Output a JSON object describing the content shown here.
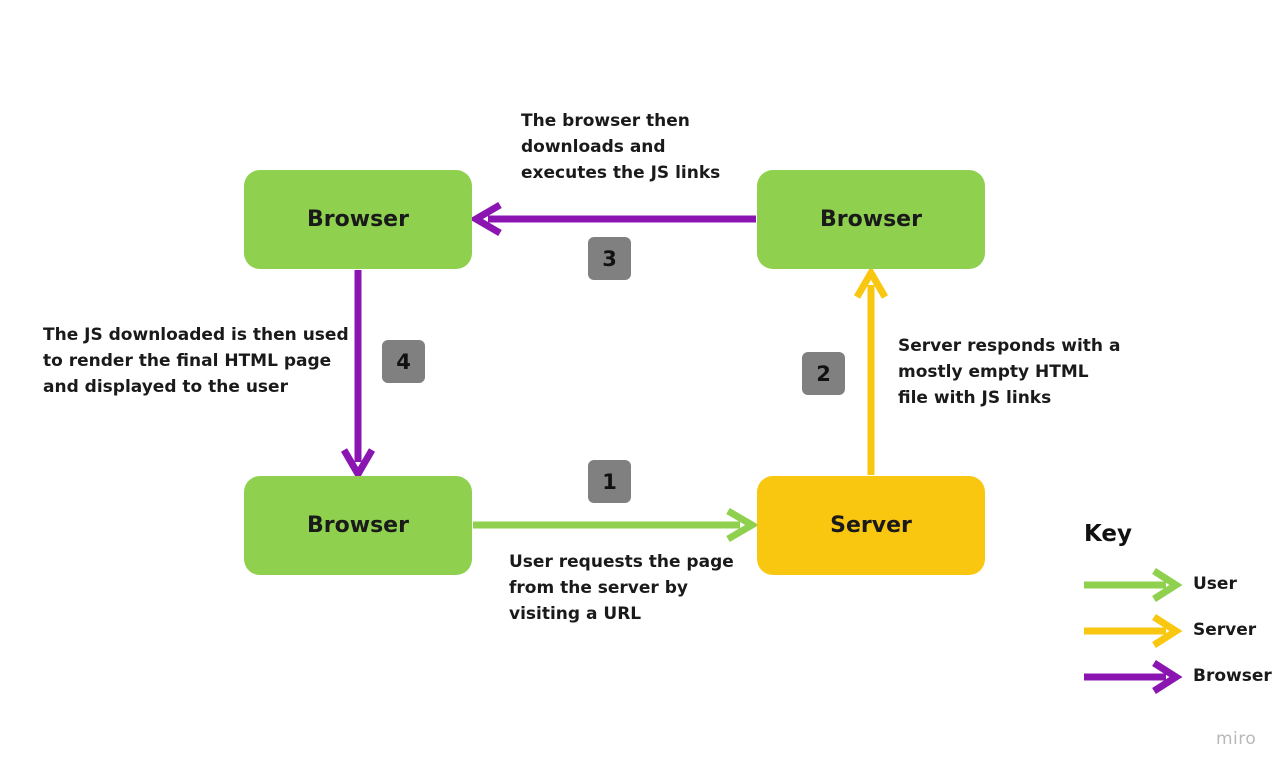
{
  "colors": {
    "user": "#8fd14f",
    "server": "#fac710",
    "browser": "#8b15b0",
    "step_badge": "#808080"
  },
  "nodes": {
    "browser_top_left": "Browser",
    "browser_top_right": "Browser",
    "browser_bottom_left": "Browser",
    "server": "Server"
  },
  "steps": {
    "one": "1",
    "two": "2",
    "three": "3",
    "four": "4"
  },
  "notes": {
    "step1": "User requests the page\nfrom the server by\nvisiting a URL",
    "step2": "Server responds with a\nmostly empty HTML\nfile with JS links",
    "step3": "The browser then\ndownloads and\nexecutes the JS links",
    "step4": "The JS downloaded is then used\nto render the final HTML page\nand displayed to the user"
  },
  "key": {
    "title": "Key",
    "items": [
      {
        "label": "User",
        "color": "#8fd14f"
      },
      {
        "label": "Server",
        "color": "#fac710"
      },
      {
        "label": "Browser",
        "color": "#8b15b0"
      }
    ]
  },
  "watermark": "miro"
}
